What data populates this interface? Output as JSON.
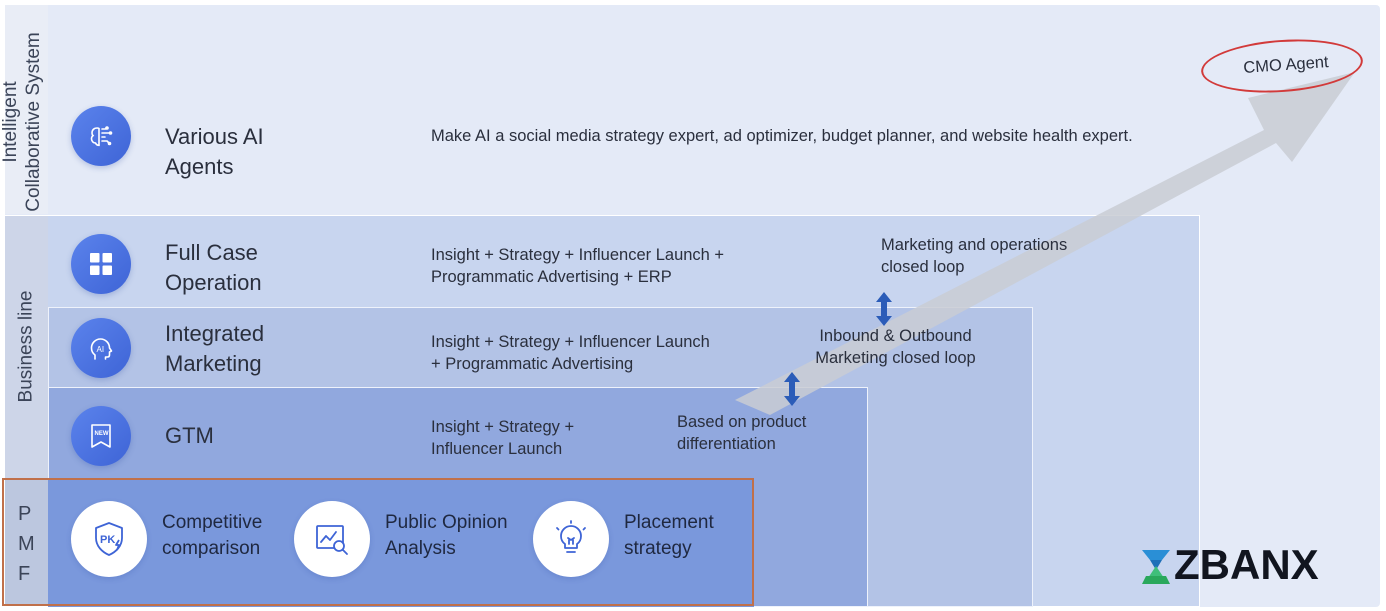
{
  "sidebar": {
    "intelligent_label_line1": "Intelligent",
    "intelligent_label_line2": "Collaborative System",
    "business_label": "Business line",
    "pmf_letters": [
      "P",
      "M",
      "F"
    ]
  },
  "rows": [
    {
      "title_line1": "Various AI",
      "title_line2": "Agents",
      "icon": "brain-circuit-icon",
      "desc_line1": "Make AI a social media strategy expert, ad optimizer, budget planner, and website health expert.",
      "desc_line2": ""
    },
    {
      "title_line1": "Full Case",
      "title_line2": "Operation",
      "icon": "grid-icon",
      "desc_line1": "Insight + Strategy + Influencer Launch +",
      "desc_line2": "Programmatic Advertising + ERP"
    },
    {
      "title_line1": "Integrated",
      "title_line2": "Marketing",
      "icon": "ai-head-icon",
      "desc_line1": "Insight + Strategy + Influencer Launch",
      "desc_line2": "+ Programmatic Advertising"
    },
    {
      "title_line1": "GTM",
      "title_line2": "",
      "icon": "new-badge-icon",
      "desc_line1": "Insight + Strategy +",
      "desc_line2": "Influencer Launch"
    }
  ],
  "notes": {
    "ops_loop_line1": "Marketing and operations",
    "ops_loop_line2": "closed loop",
    "inbound_line1": "Inbound & Outbound",
    "inbound_line2": "Marketing closed loop",
    "product_line1": "Based on product",
    "product_line2": "differentiation"
  },
  "pmf_items": [
    {
      "line1": "Competitive",
      "line2": "comparison",
      "icon": "pk-icon"
    },
    {
      "line1": "Public Opinion",
      "line2": "Analysis",
      "icon": "chart-search-icon"
    },
    {
      "line1": "Placement",
      "line2": "strategy",
      "icon": "lightbulb-icon"
    }
  ],
  "cmo_agent": "CMO Agent",
  "logo": {
    "text": "ZBANX",
    "icon": "zbanx-logo-icon"
  },
  "colors": {
    "accent": "#3e64d6",
    "highlight_ring": "#d23a3a",
    "pmf_frame": "#c0704a",
    "arrow": "#c9ccd3",
    "double_arrow": "#2b5cb8"
  }
}
